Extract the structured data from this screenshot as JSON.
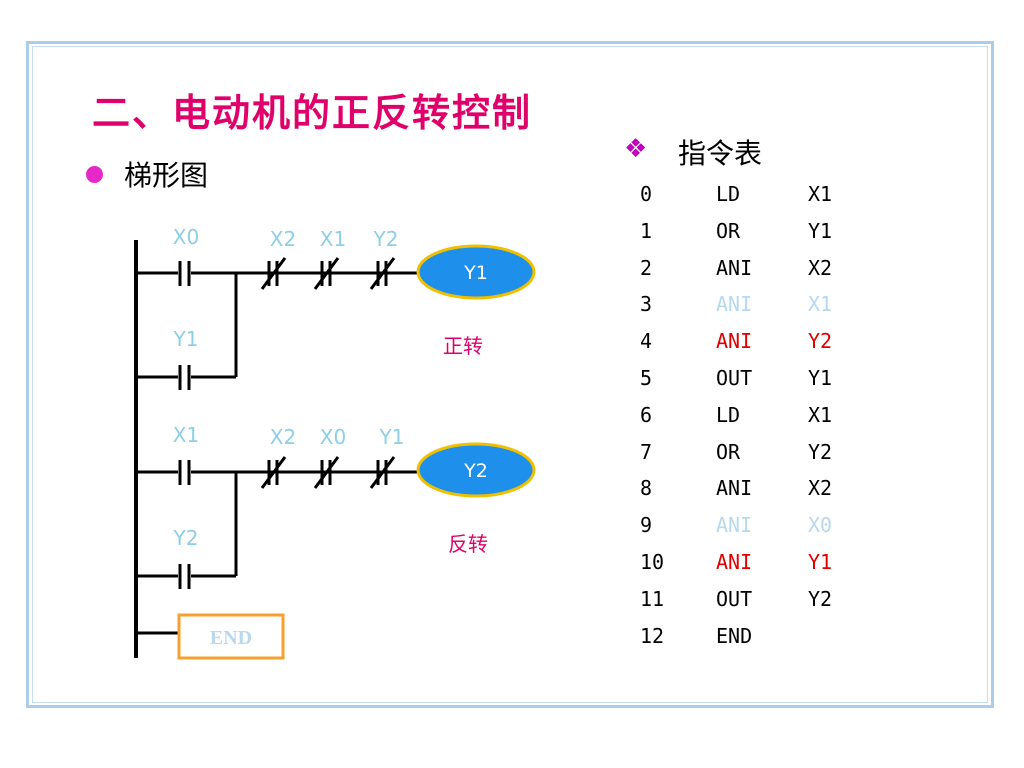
{
  "slide": {
    "title": "二、电动机的正反转控制",
    "ladder_heading": "梯形图",
    "instr_heading": "指令表"
  },
  "colors": {
    "frame": "#a9cdea",
    "title": "#e0006a",
    "bullet": "#e628c8",
    "contact_label": "#8ccfe6",
    "coil_fill": "#1e8fea",
    "coil_border": "#f0c000",
    "end_border": "#f5a030",
    "end_text": "#b8d8ef",
    "note": "#e0006a",
    "highlight_red": "#e00000",
    "faded": "#b8d8ef"
  },
  "icons": {
    "bullet": "filled-circle",
    "instr_bullet": "four-diamond-glyph"
  },
  "ladder": {
    "rung1": {
      "contact_no": "X0",
      "branch_no": "Y1",
      "contacts_nc": [
        "X2",
        "X1",
        "Y2"
      ],
      "coil": "Y1",
      "note": "正转"
    },
    "rung2": {
      "contact_no": "X1",
      "branch_no": "Y2",
      "contacts_nc": [
        "X2",
        "X0",
        "Y1"
      ],
      "coil": "Y2",
      "note": "反转"
    },
    "end_label": "END"
  },
  "instructions": [
    {
      "step": "0",
      "op": "LD",
      "arg": "X1",
      "style": "normal"
    },
    {
      "step": "1",
      "op": "OR",
      "arg": "Y1",
      "style": "normal"
    },
    {
      "step": "2",
      "op": "ANI",
      "arg": "X2",
      "style": "normal"
    },
    {
      "step": "3",
      "op": "ANI",
      "arg": "X1",
      "style": "faded"
    },
    {
      "step": "4",
      "op": "ANI",
      "arg": "Y2",
      "style": "red"
    },
    {
      "step": "5",
      "op": "OUT",
      "arg": "Y1",
      "style": "normal"
    },
    {
      "step": "6",
      "op": "LD",
      "arg": "X1",
      "style": "normal"
    },
    {
      "step": "7",
      "op": "OR",
      "arg": "Y2",
      "style": "normal"
    },
    {
      "step": "8",
      "op": "ANI",
      "arg": "X2",
      "style": "normal"
    },
    {
      "step": "9",
      "op": "ANI",
      "arg": "X0",
      "style": "faded"
    },
    {
      "step": "10",
      "op": "ANI",
      "arg": "Y1",
      "style": "red"
    },
    {
      "step": "11",
      "op": "OUT",
      "arg": "Y2",
      "style": "normal"
    },
    {
      "step": "12",
      "op": "END",
      "arg": "",
      "style": "normal"
    }
  ]
}
